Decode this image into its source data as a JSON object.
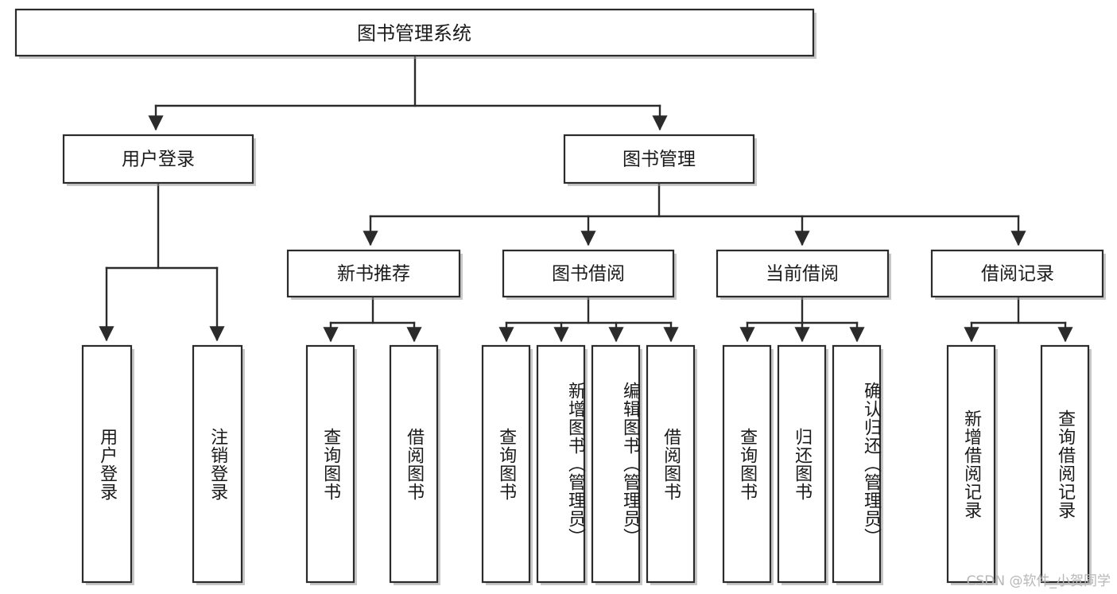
{
  "diagram": {
    "title": "图书管理系统",
    "watermark": "CSDN @软件_小贺同学",
    "type": "hierarchy-tree",
    "orientation": "top-down",
    "box_fill": "#ffffff",
    "box_stroke": "#2b2b2b",
    "text_color": "#1a1a1a",
    "watermark_color": "#b7b7b7",
    "root": {
      "id": "root",
      "label": "图书管理系统",
      "level": 0
    },
    "level2": [
      {
        "id": "user-login",
        "label": "用户登录",
        "level": 1
      },
      {
        "id": "book-manage",
        "label": "图书管理",
        "level": 1
      }
    ],
    "level3": [
      {
        "id": "new-book-recommend",
        "label": "新书推荐",
        "level": 2,
        "parent": "book-manage"
      },
      {
        "id": "book-borrow",
        "label": "图书借阅",
        "level": 2,
        "parent": "book-manage"
      },
      {
        "id": "current-borrow",
        "label": "当前借阅",
        "level": 2,
        "parent": "book-manage"
      },
      {
        "id": "borrow-record",
        "label": "借阅记录",
        "level": 2,
        "parent": "book-manage"
      }
    ],
    "leaves": [
      {
        "id": "leaf-user-login",
        "label": "用户登录",
        "parent": "user-login",
        "level": 2
      },
      {
        "id": "leaf-logout-login",
        "label": "注销登录",
        "parent": "user-login",
        "level": 2
      },
      {
        "id": "leaf-query-book-1",
        "label": "查询图书",
        "parent": "new-book-recommend",
        "level": 3
      },
      {
        "id": "leaf-borrow-book-1",
        "label": "借阅图书",
        "parent": "new-book-recommend",
        "level": 3
      },
      {
        "id": "leaf-query-book-2",
        "label": "查询图书",
        "parent": "book-borrow",
        "level": 3
      },
      {
        "id": "leaf-add-book",
        "label": "新增图书（管理员）",
        "parent": "book-borrow",
        "level": 3
      },
      {
        "id": "leaf-edit-book",
        "label": "编辑图书（管理员）",
        "parent": "book-borrow",
        "level": 3
      },
      {
        "id": "leaf-borrow-book-2",
        "label": "借阅图书",
        "parent": "book-borrow",
        "level": 3
      },
      {
        "id": "leaf-query-book-3",
        "label": "查询图书",
        "parent": "current-borrow",
        "level": 3
      },
      {
        "id": "leaf-return-book",
        "label": "归还图书",
        "parent": "current-borrow",
        "level": 3
      },
      {
        "id": "leaf-confirm-return",
        "label": "确认归还（管理员）",
        "parent": "current-borrow",
        "level": 3
      },
      {
        "id": "leaf-add-record",
        "label": "新增借阅记录",
        "parent": "borrow-record",
        "level": 3
      },
      {
        "id": "leaf-query-record",
        "label": "查询借阅记录",
        "parent": "borrow-record",
        "level": 3
      }
    ]
  }
}
